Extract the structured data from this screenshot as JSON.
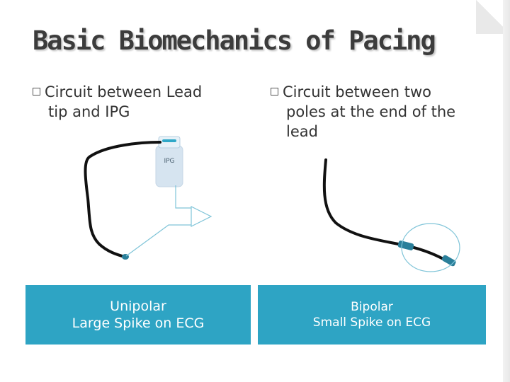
{
  "slide": {
    "title": "Basic Biomechanics of Pacing"
  },
  "left_column": {
    "bullet_line1": "Circuit between Lead",
    "bullet_line2": "tip and IPG",
    "ipg_label": "IPG",
    "banner_line1": "Unipolar",
    "banner_line2": "Large Spike on ECG"
  },
  "right_column": {
    "bullet_line1": "Circuit between two",
    "bullet_line2": "poles at the end of the",
    "bullet_line3": "lead",
    "banner_line1": "Bipolar",
    "banner_line2": "Small Spike on ECG"
  },
  "colors": {
    "banner": "#2ea4c4",
    "lead_wire": "#111111",
    "electrode": "#2a7f9a",
    "circuit_line": "#7fc4d8",
    "ipg_body": "#d6e4f0"
  }
}
